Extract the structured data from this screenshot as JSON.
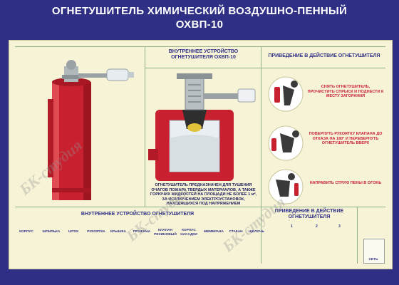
{
  "title": {
    "line1": "ОГНЕТУШИТЕЛЬ ХИМИЧЕСКИЙ ВОЗДУШНО-ПЕННЫЙ",
    "line2": "ОХВП-10"
  },
  "device_section": {
    "title": "ВНУТРЕННЕЕ УСТРОЙСТВО ОГНЕТУШИТЕЛЯ ОХВП-10",
    "note": "ОГНЕТУШИТЕЛЬ ПРЕДНАЗНАЧЕН ДЛЯ ТУШЕНИЯ ОЧАГОВ ПОЖАРА ТВЕРДЫХ МАТЕРИАЛОВ, А ТАКЖЕ ГОРЮЧИХ ЖИДКОСТЕЙ НА ПЛОЩАДИ НЕ БОЛЕЕ 1 м², ЗА ИСКЛЮЧЕНИЕМ ЭЛЕКТРОУСТАНОВОК, НАХОДЯЩИХСЯ ПОД НАПРЯЖЕНИЕМ"
  },
  "action_section": {
    "title": "ПРИВЕДЕНИЕ В ДЕЙСТВИЕ ОГНЕТУШИТЕЛЯ",
    "steps": [
      "СНЯТЬ ОГНЕТУШИТЕЛЬ, ПРОЧИСТИТЬ СПРЫСК И ПОДНЕСТИ К МЕСТУ ЗАГОРАНИЯ",
      "ПОВЕРНУТЬ РУКОЯТКУ КЛАПАНА ДО ОТКАЗА НА 180° И ПЕРЕВЕРНУТЬ ОГНЕТУШИТЕЛЬ ВВЕРХ",
      "НАПРАВИТЬ СТРУЮ ПЕНЫ В ОГОНЬ"
    ]
  },
  "bottom": {
    "parts_title": "ВНУТРЕННЕЕ УСТРОЙСТВО ОГНЕТУШИТЕЛЯ",
    "parts": [
      "КОРПУС",
      "ШПИЛЬКА",
      "ШТОК",
      "РУКОЯТКА",
      "КРЫШКА",
      "ПРУЖИНА",
      "КЛАПАН РЕЗИНОВЫЙ",
      "КОРПУС НАСАДКИ",
      "МЕМБРАНА",
      "СТАКАН",
      "ЩЕЛОЧЬ"
    ],
    "action_title": "ПРИВЕДЕНИЕ В ДЕЙСТВИЕ ОГНЕТУШИТЕЛЯ",
    "action_numbers": [
      "1",
      "2",
      "3"
    ],
    "net_label": "СЕТЬ"
  },
  "watermark": "БК-студия",
  "colors": {
    "frame": "#2f2f86",
    "panel": "#f6f3d6",
    "extinguisher": "#c8202e",
    "accent_text": "#c8203a"
  }
}
